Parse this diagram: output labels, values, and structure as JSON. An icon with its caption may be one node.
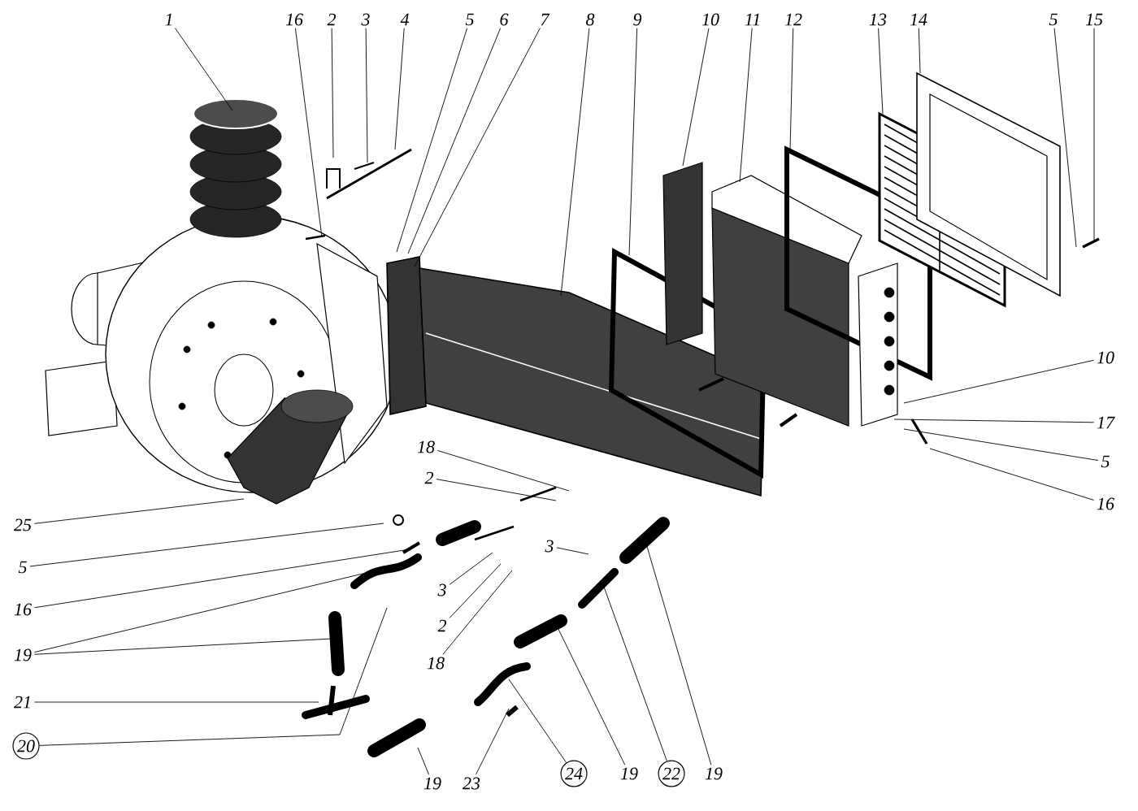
{
  "diagram": {
    "nodes": [
      {
        "text": [
          "1"
        ]
      },
      {
        "text": [
          "16"
        ]
      },
      {
        "text": [
          "2"
        ]
      },
      {
        "text": [
          "3"
        ]
      },
      {
        "text": [
          "4"
        ]
      },
      {
        "text": [
          "5"
        ]
      },
      {
        "text": [
          "6"
        ]
      },
      {
        "text": [
          "7"
        ]
      },
      {
        "text": [
          "8"
        ]
      },
      {
        "text": [
          "9"
        ]
      },
      {
        "text": [
          "10"
        ]
      },
      {
        "text": [
          "11"
        ]
      },
      {
        "text": [
          "12"
        ]
      },
      {
        "text": [
          "13"
        ]
      },
      {
        "text": [
          "14"
        ]
      },
      {
        "text": [
          "5"
        ]
      },
      {
        "text": [
          "15"
        ]
      },
      {
        "text": [
          "10"
        ]
      },
      {
        "text": [
          "17"
        ]
      },
      {
        "text": [
          "5"
        ]
      },
      {
        "text": [
          "16"
        ]
      },
      {
        "text": [
          "18"
        ]
      },
      {
        "text": [
          "2"
        ]
      },
      {
        "text": [
          "3"
        ]
      },
      {
        "text": [
          "25"
        ]
      },
      {
        "text": [
          "5"
        ]
      },
      {
        "text": [
          "16"
        ]
      },
      {
        "text": [
          "19"
        ]
      },
      {
        "text": [
          "21"
        ]
      },
      {
        "text": [
          "20"
        ]
      },
      {
        "text": [
          "3"
        ]
      },
      {
        "text": [
          "2"
        ]
      },
      {
        "text": [
          "18"
        ]
      },
      {
        "text": [
          "19"
        ]
      },
      {
        "text": [
          "23"
        ]
      },
      {
        "text": [
          "24"
        ]
      },
      {
        "text": [
          "19"
        ]
      },
      {
        "text": [
          "22"
        ]
      },
      {
        "text": [
          "19"
        ]
      }
    ],
    "edges": [
      {
        "from": 0,
        "to": null,
        "arrow": "none"
      },
      {
        "from": 1,
        "to": null,
        "arrow": "none"
      },
      {
        "from": 2,
        "to": null,
        "arrow": "none"
      },
      {
        "from": 3,
        "to": null,
        "arrow": "none"
      },
      {
        "from": 4,
        "to": null,
        "arrow": "none"
      },
      {
        "from": 5,
        "to": null,
        "arrow": "none"
      },
      {
        "from": 6,
        "to": null,
        "arrow": "none"
      },
      {
        "from": 7,
        "to": null,
        "arrow": "none"
      },
      {
        "from": 8,
        "to": null,
        "arrow": "none"
      },
      {
        "from": 9,
        "to": null,
        "arrow": "none"
      },
      {
        "from": 10,
        "to": null,
        "arrow": "none"
      },
      {
        "from": 11,
        "to": null,
        "arrow": "none"
      },
      {
        "from": 12,
        "to": null,
        "arrow": "none"
      },
      {
        "from": 13,
        "to": null,
        "arrow": "none"
      },
      {
        "from": 14,
        "to": null,
        "arrow": "none"
      },
      {
        "from": 15,
        "to": null,
        "arrow": "none"
      },
      {
        "from": 16,
        "to": null,
        "arrow": "none"
      },
      {
        "from": 17,
        "to": null,
        "arrow": "none"
      },
      {
        "from": 18,
        "to": null,
        "arrow": "none"
      },
      {
        "from": 19,
        "to": null,
        "arrow": "none"
      },
      {
        "from": 20,
        "to": null,
        "arrow": "none"
      },
      {
        "from": 21,
        "to": null,
        "arrow": "none"
      },
      {
        "from": 22,
        "to": null,
        "arrow": "none"
      },
      {
        "from": 23,
        "to": null,
        "arrow": "none"
      },
      {
        "from": 24,
        "to": null,
        "arrow": "none"
      },
      {
        "from": 25,
        "to": null,
        "arrow": "none"
      },
      {
        "from": 26,
        "to": null,
        "arrow": "none"
      },
      {
        "from": 27,
        "to": null,
        "arrow": "none"
      },
      {
        "from": 27,
        "to": null,
        "arrow": "none"
      },
      {
        "from": 28,
        "to": null,
        "arrow": "none"
      },
      {
        "from": 29,
        "to": null,
        "arrow": "none"
      },
      {
        "from": 30,
        "to": null,
        "arrow": "none"
      },
      {
        "from": 31,
        "to": null,
        "arrow": "none"
      },
      {
        "from": 32,
        "to": null,
        "arrow": "none"
      },
      {
        "from": 33,
        "to": null,
        "arrow": "none"
      },
      {
        "from": 34,
        "to": null,
        "arrow": "none"
      },
      {
        "from": 35,
        "to": null,
        "arrow": "none"
      },
      {
        "from": 36,
        "to": null,
        "arrow": "none"
      },
      {
        "from": 37,
        "to": null,
        "arrow": "none"
      },
      {
        "from": 38,
        "to": null,
        "arrow": "none"
      }
    ]
  }
}
